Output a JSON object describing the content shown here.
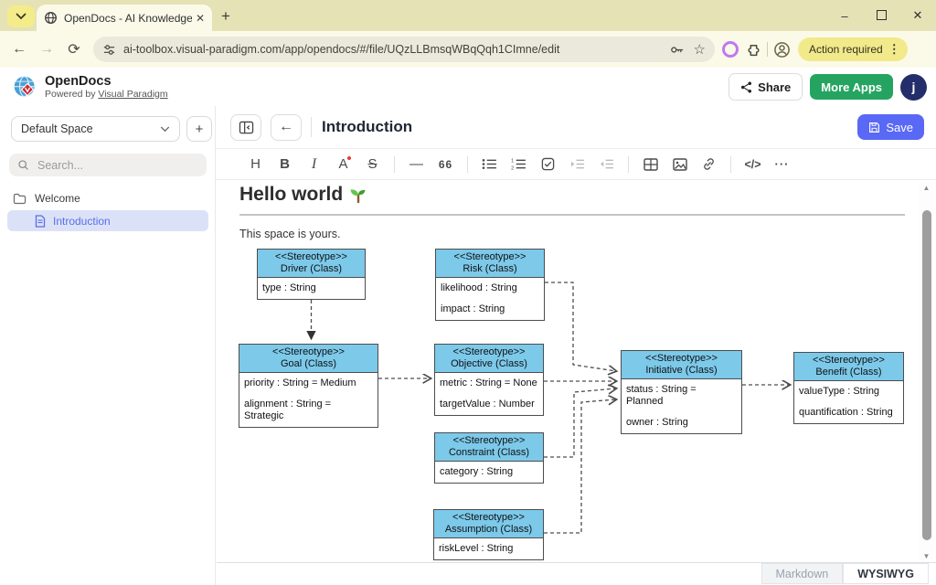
{
  "browser": {
    "tab_title": "OpenDocs - AI Knowledge Base",
    "url": "ai-toolbox.visual-paradigm.com/app/opendocs/#/file/UQzLLBmsqWBqQqh1CImne/edit",
    "action_required": "Action required"
  },
  "glyphs": {
    "back": "←",
    "forward": "→",
    "reload": "⟳",
    "star": "☆",
    "menu_dots": "⋮",
    "tab_close": "✕",
    "new_tab": "+",
    "minimize": "–",
    "window_close": "✕",
    "scroll_up": "▲",
    "scroll_down": "▼",
    "plus": "+"
  },
  "header": {
    "app_name": "OpenDocs",
    "powered_by": "Powered by",
    "powered_by_link": "Visual Paradigm",
    "share": "Share",
    "more_apps": "More Apps",
    "avatar_initial": "j"
  },
  "sidebar": {
    "space_name": "Default Space",
    "search_placeholder": "Search...",
    "folder_label": "Welcome",
    "doc_label": "Introduction"
  },
  "doc_header": {
    "title": "Introduction",
    "save": "Save"
  },
  "toolbar": {
    "heading": "H",
    "bold": "B",
    "italic": "I",
    "color": "A",
    "strike": "S",
    "hr": "—",
    "quote": "66",
    "code": "</>",
    "more": "···"
  },
  "editor": {
    "heading": "Hello world",
    "heading_emoji": "🌱",
    "paragraph": "This space is yours."
  },
  "footer": {
    "markdown": "Markdown",
    "wysiwyg": "WYSIWYG"
  },
  "diagram": {
    "colors": {
      "header_fill": "#7cc9ea",
      "border": "#4d4d4d"
    },
    "classes": {
      "driver": {
        "stereotype": "<<Stereotype>>",
        "name": "Driver (Class)",
        "attr1": "type : String"
      },
      "risk": {
        "stereotype": "<<Stereotype>>",
        "name": "Risk (Class)",
        "attr1": "likelihood : String",
        "attr2": "impact : String"
      },
      "goal": {
        "stereotype": "<<Stereotype>>",
        "name": "Goal (Class)",
        "attr1": "priority : String = Medium",
        "attr2": "alignment : String = Strategic"
      },
      "objective": {
        "stereotype": "<<Stereotype>>",
        "name": "Objective (Class)",
        "attr1": "metric : String = None",
        "attr2": "targetValue : Number"
      },
      "initiative": {
        "stereotype": "<<Stereotype>>",
        "name": "Initiative (Class)",
        "attr1": "status : String = Planned",
        "attr2": "owner : String"
      },
      "benefit": {
        "stereotype": "<<Stereotype>>",
        "name": "Benefit (Class)",
        "attr1": "valueType : String",
        "attr2": "quantification : String"
      },
      "constraint": {
        "stereotype": "<<Stereotype>>",
        "name": "Constraint (Class)",
        "attr1": "category : String"
      },
      "assumption": {
        "stereotype": "<<Stereotype>>",
        "name": "Assumption (Class)",
        "attr1": "riskLevel : String"
      }
    }
  }
}
